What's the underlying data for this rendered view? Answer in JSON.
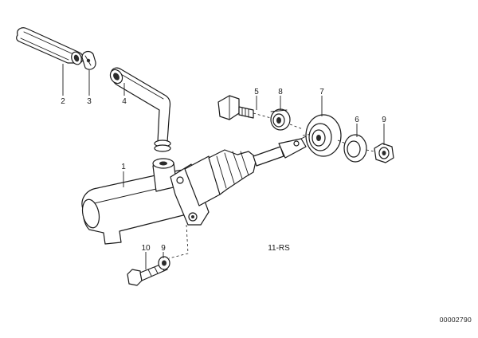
{
  "diagram": {
    "caption": "11-RS",
    "document_number": "00002790",
    "callouts": [
      "2",
      "3",
      "4",
      "1",
      "5",
      "8",
      "7",
      "6",
      "9",
      "10",
      "9"
    ]
  }
}
